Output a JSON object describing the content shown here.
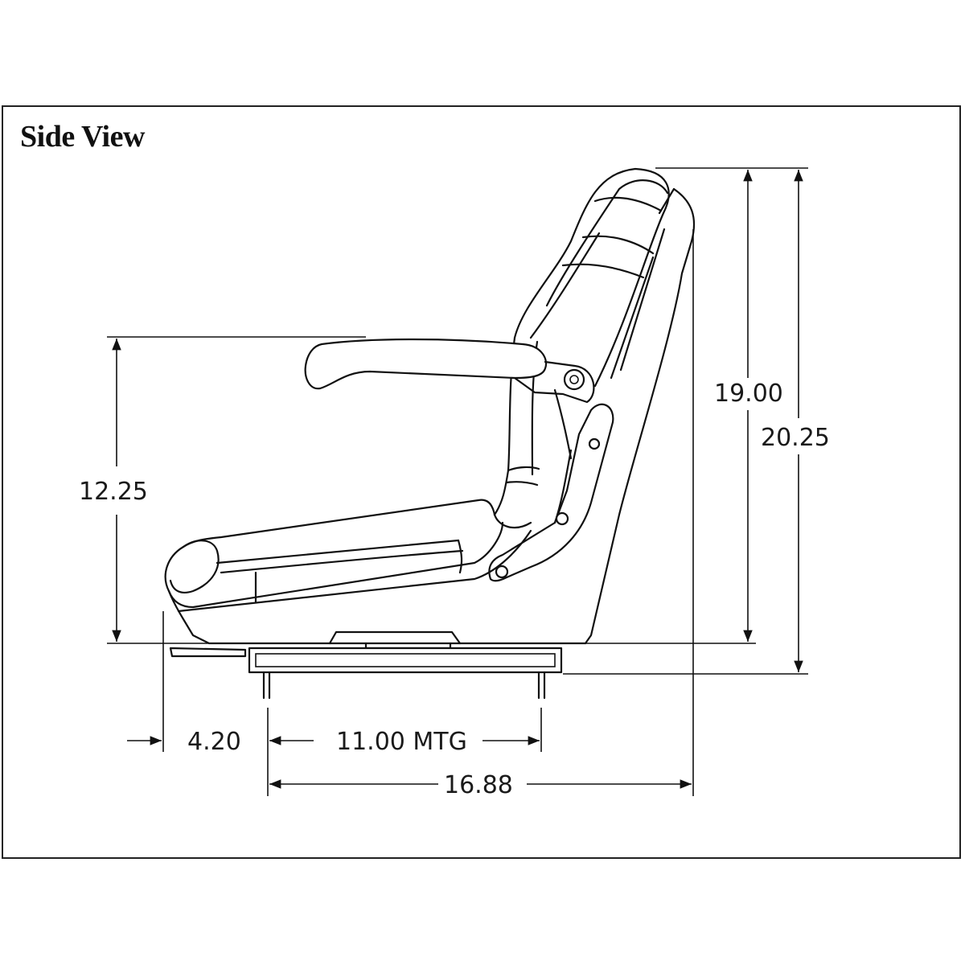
{
  "title": "Side View",
  "dimensions": {
    "armrest_height": "12.25",
    "back_height": "19.00",
    "overall_height": "20.25",
    "front_offset": "4.20",
    "mounting_width": "11.00 MTG",
    "overall_depth": "16.88"
  },
  "colors": {
    "line": "#111111",
    "background": "#ffffff"
  }
}
